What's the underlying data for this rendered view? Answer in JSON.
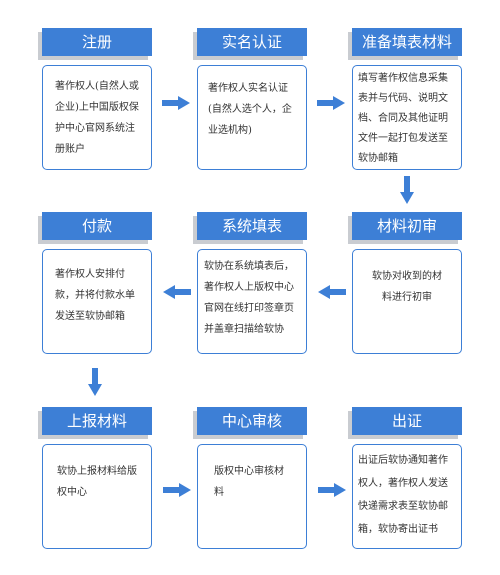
{
  "steps": [
    {
      "title": "注册",
      "text": "著作权人(自然人或企业)上中国版权保护中心官网系统注册账户"
    },
    {
      "title": "实名认证",
      "text": "著作权人实名认证(自然人选个人，企业选机构)"
    },
    {
      "title": "准备填表材料",
      "text": "填写著作权信息采集表并与代码、说明文档、合同及其他证明文件一起打包发送至软协邮箱"
    },
    {
      "title": "材料初审",
      "text": "软协对收到的材料进行初审"
    },
    {
      "title": "系统填表",
      "text": "软协在系统填表后，著作权人上版权中心官网在线打印签章页并盖章扫描给软协"
    },
    {
      "title": "付款",
      "text": "著作权人安排付款，并将付款水单发送至软协邮箱"
    },
    {
      "title": "上报材料",
      "text": "软协上报材料给版权中心"
    },
    {
      "title": "中心审核",
      "text": "版权中心审核材料"
    },
    {
      "title": "出证",
      "text": "出证后软协通知著作权人，著作权人发送快递需求表至软协邮箱，软协寄出证书"
    }
  ],
  "colors": {
    "header_bg": "#3d7fd6",
    "header_text": "#ffffff",
    "border": "#3d7fd6",
    "arrow": "#3d7fd6",
    "shadow": "#c9ccd1"
  }
}
